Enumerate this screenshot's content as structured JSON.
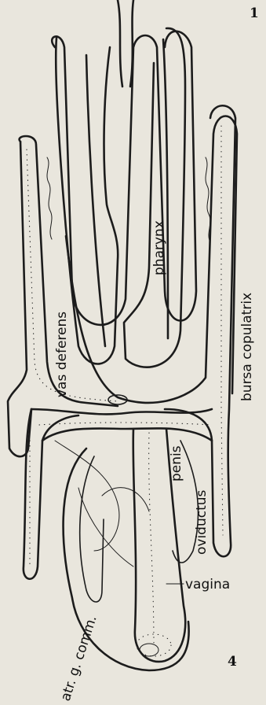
{
  "figure": {
    "panel_number_top": "1",
    "panel_number_bottom": "4",
    "labels": {
      "pharynx": "pharynx",
      "vas_deferens": "vas deferens",
      "bursa_copulatrix": "bursa copulatrix",
      "penis": "penis",
      "oviductus": "oviductus",
      "vagina": "vagina",
      "atr_g_comm": "atr. g. comm."
    }
  }
}
